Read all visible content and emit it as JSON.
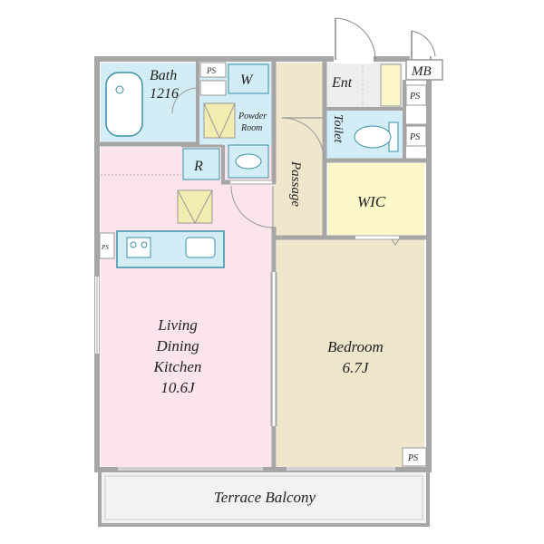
{
  "colors": {
    "wall": "#a6a6a6",
    "bath": "#d3edf6",
    "ldk": "#fbe4ea",
    "bedroom": "#efe6cc",
    "passage": "#efe6cc",
    "wic": "#fbf7c8",
    "entrance": "#eeeeee",
    "balcony": "#f2f2f2",
    "fixture_outline": "#3a8fa8",
    "fridge_marker": "#f3ecb0"
  },
  "rooms": {
    "bath_name": "Bath",
    "bath_size": "1216",
    "washer": "W",
    "powder_line1": "Powder",
    "powder_line2": "Room",
    "fridge": "R",
    "passage": "Passage",
    "entrance": "Ent",
    "toilet": "Toilet",
    "meter_box": "MB",
    "wic": "WIC",
    "ldk_line1": "Living",
    "ldk_line2": "Dining",
    "ldk_line3": "Kitchen",
    "ldk_size": "10.6J",
    "bedroom_name": "Bedroom",
    "bedroom_size": "6.7J",
    "balcony": "Terrace Balcony"
  },
  "pipe_spaces": {
    "ps_bath": "PS",
    "ps_entrance": "PS",
    "ps_toilet": "PS",
    "ps_kitchen": "PS",
    "ps_bedroom": "PS"
  }
}
